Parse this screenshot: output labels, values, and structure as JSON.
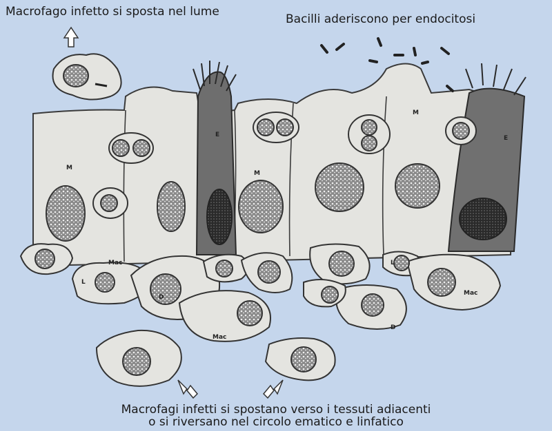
{
  "captions": {
    "top_left": "Macrofago infetto si sposta nel lume",
    "top_right": "Bacilli aderiscono per endocitosi",
    "bottom_line1": "Macrofagi infetti si spostano verso i tessuti adiacenti",
    "bottom_line2": "o si riversano nel circolo ematico e linfatico"
  },
  "cell_labels": {
    "m": "M",
    "e": "E",
    "mac": "Mac",
    "d": "D",
    "l": "L"
  },
  "colors": {
    "background": "#c5d6ec",
    "cell_fill": "#e4e4e0",
    "outline": "#3a3a3a",
    "nucleus": "#5a5a5a",
    "dark_cell": "#6e6e6e"
  }
}
